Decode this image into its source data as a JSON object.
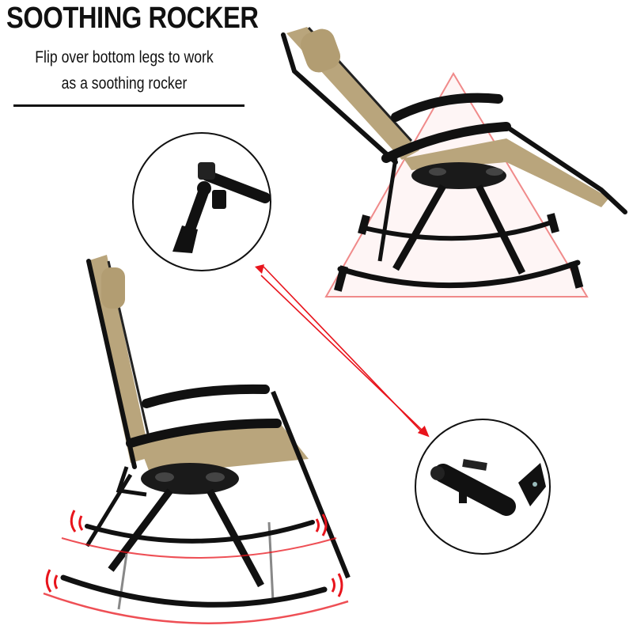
{
  "header": {
    "title": "SOOTHING ROCKER",
    "subtitle_line1": "Flip over bottom legs to work",
    "subtitle_line2": "as a soothing rocker"
  },
  "illustration": {
    "top_chair": "Reclined zero-gravity rocking chair with cup-holder tray, shown inside a red balance triangle",
    "bottom_chair": "Upright zero-gravity rocking chair with cup-holder tray and red rocking-motion arcs",
    "detail_circle_top": "Close-up of bottom leg folded as foot",
    "detail_circle_bottom": "Close-up of bottom leg flipped over as rocker",
    "arrow": "Double-headed red arrow linking both detail circles"
  },
  "colors": {
    "fabric": "#b9a57c",
    "fabric_dark": "#9c8a63",
    "frame": "#111111",
    "accent_red": "#e8141c",
    "triangle": "#f08a8a"
  }
}
